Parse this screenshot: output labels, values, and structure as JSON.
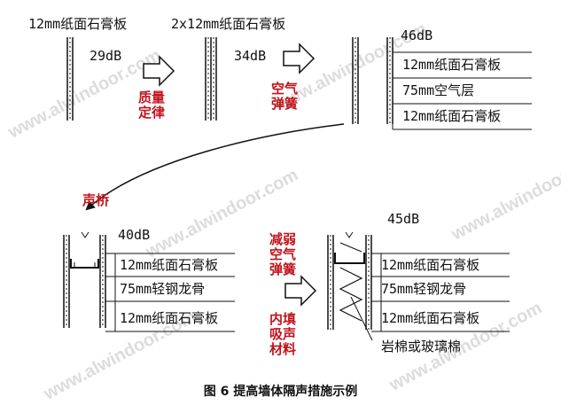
{
  "watermark": "www.alwindoor.com",
  "panel_a": {
    "label": "12mm纸面石膏板",
    "db": "29dB"
  },
  "panel_b": {
    "label": "2x12mm纸面石膏板",
    "db": "34dB"
  },
  "panel_c": {
    "db": "46dB",
    "layers": [
      "12mm纸面石膏板",
      "75mm空气层",
      "12mm纸面石膏板"
    ]
  },
  "panel_d": {
    "db": "40dB",
    "layers": [
      "12mm纸面石膏板",
      "75mm轻钢龙骨",
      "12mm纸面石膏板"
    ]
  },
  "panel_e": {
    "db": "45dB",
    "layers": [
      "12mm纸面石膏板",
      "75mm轻钢龙骨",
      "12mm纸面石膏板"
    ],
    "note": "岩棉或玻璃棉"
  },
  "annotations": {
    "mass_law": "质量定律",
    "air_spring": "空气弹簧",
    "sound_bridge": "声桥",
    "weaken_air_spring": "减弱空气弹簧",
    "fill_absorber": "内填吸声材料"
  },
  "caption": "图 6 提高墙体隔声措施示例"
}
